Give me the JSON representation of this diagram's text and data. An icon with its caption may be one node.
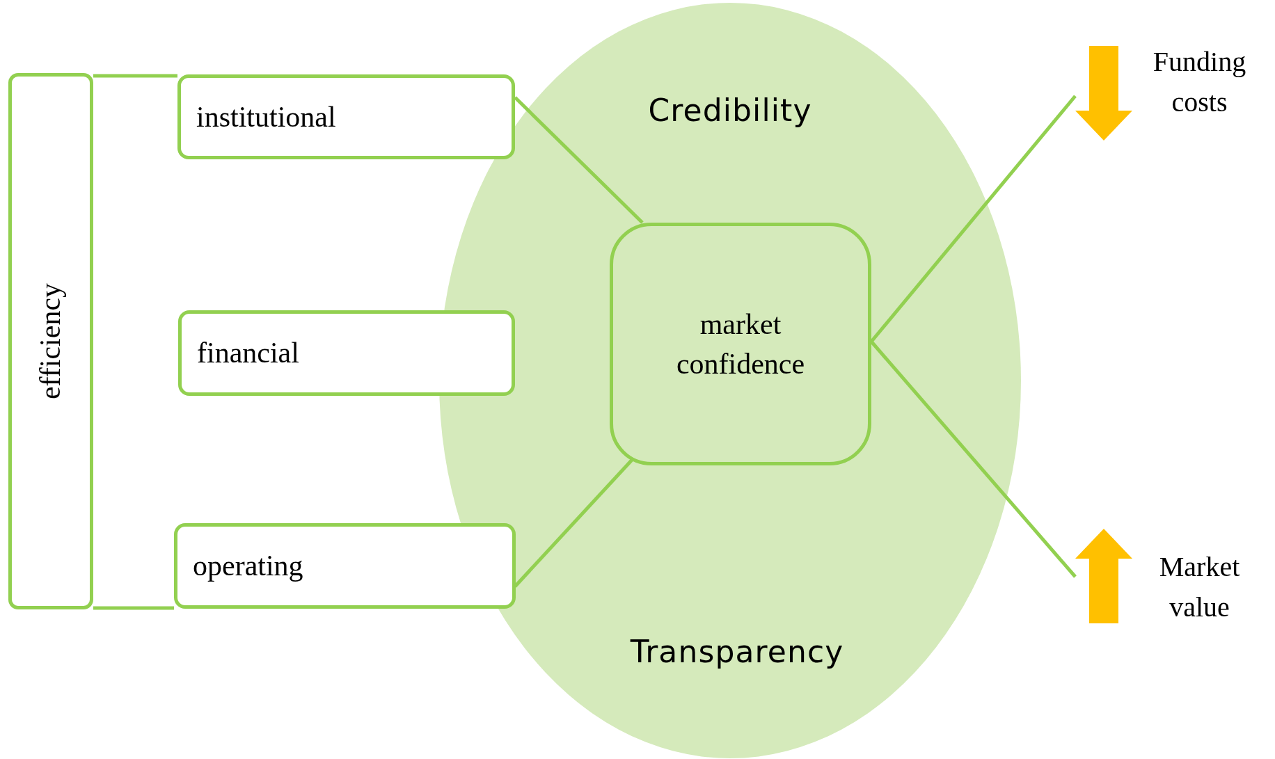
{
  "diagram": {
    "nodes": [
      {
        "text": [
          "efficiency"
        ]
      },
      {
        "text": [
          "institutional"
        ]
      },
      {
        "text": [
          "financial"
        ]
      },
      {
        "text": [
          "operating"
        ]
      },
      {
        "text": [
          "Credibility",
          "Transparency"
        ]
      },
      {
        "text": [
          "market confidence"
        ],
        "in": 4
      },
      {
        "text": [
          "Funding costs"
        ]
      },
      {
        "text": [
          "Market value"
        ]
      }
    ],
    "edges": [
      {
        "from": 0,
        "to": 1,
        "arrow": "none"
      },
      {
        "from": 0,
        "to": 3,
        "arrow": "none"
      },
      {
        "from": 1,
        "to": 5,
        "arrow": "none"
      },
      {
        "from": 3,
        "to": 5,
        "arrow": "none"
      },
      {
        "from": 5,
        "to": 6,
        "arrow": "none"
      },
      {
        "from": 5,
        "to": 7,
        "arrow": "none"
      }
    ]
  }
}
